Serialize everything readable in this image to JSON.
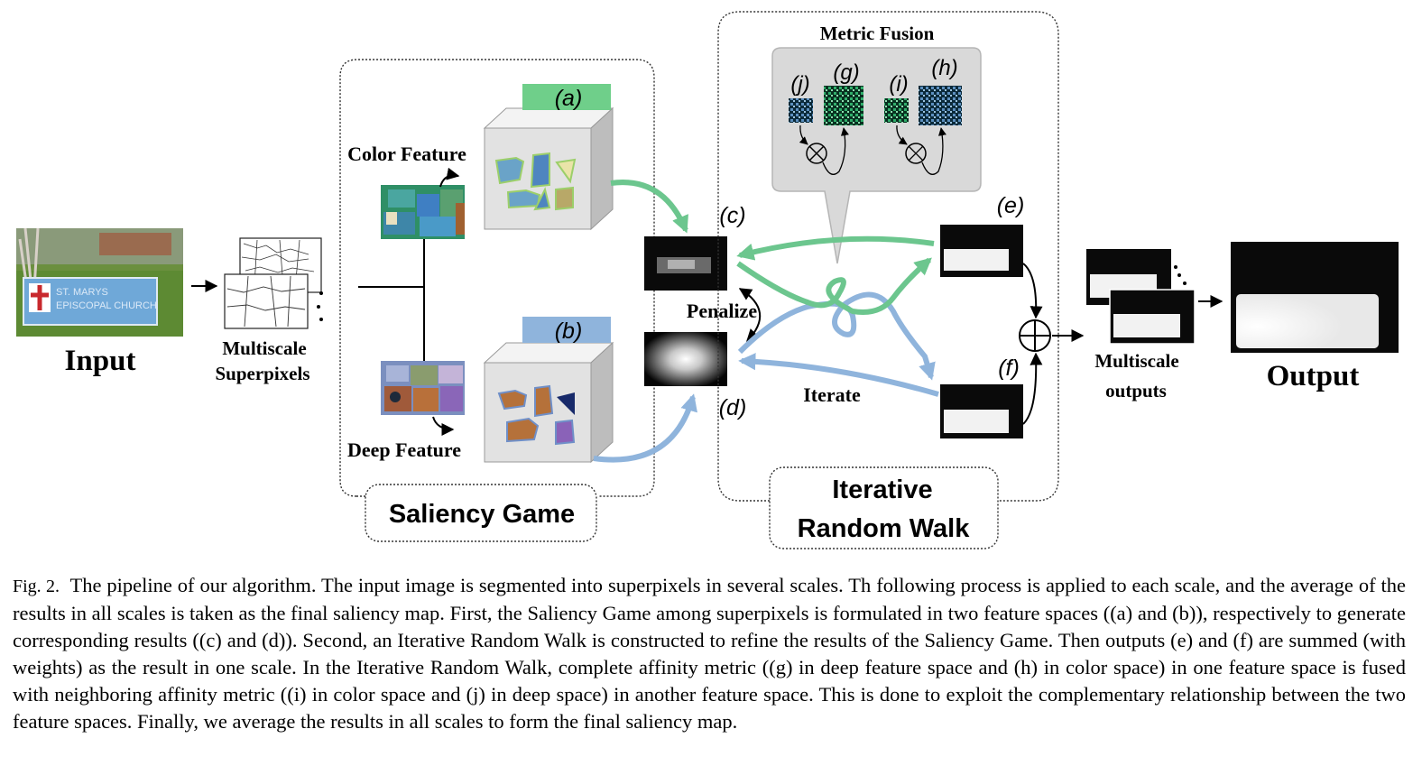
{
  "labels": {
    "input": "Input",
    "multiscale_superpixels_line1": "Multiscale",
    "multiscale_superpixels_line2": "Superpixels",
    "color_feature": "Color Feature",
    "deep_feature": "Deep Feature",
    "label_a": "(a)",
    "label_b": "(b)",
    "label_c": "(c)",
    "label_d": "(d)",
    "label_e": "(e)",
    "label_f": "(f)",
    "label_g": "(g)",
    "label_h": "(h)",
    "label_i": "(i)",
    "label_j": "(j)",
    "metric_fusion": "Metric Fusion",
    "penalize": "Penalize",
    "iterate": "Iterate",
    "saliency_game": "Saliency Game",
    "iterative_random_walk_line1": "Iterative",
    "iterative_random_walk_line2": "Random Walk",
    "multiscale_outputs_line1": "Multiscale",
    "multiscale_outputs_line2": "outputs",
    "output": "Output",
    "sign_text_line1": "ST. MARYS",
    "sign_text_line2": "EPISCOPAL CHURCH"
  },
  "caption": {
    "figure_number": "Fig. 2.",
    "text": "The pipeline of our algorithm. The input image is segmented into superpixels in several scales. Th following process is applied to each scale, and the average of the results in all scales is taken as the final saliency map. First, the Saliency Game among superpixels is formulated in two feature spaces ((a) and (b)), respectively to generate corresponding results ((c) and (d)). Second, an Iterative Random Walk is constructed to refine the results of the Saliency Game. Then outputs (e) and (f) are summed (with weights) as the result in one scale. In the Iterative Random Walk, complete affinity metric ((g) in deep feature space and (h) in color space) in one feature space is fused with neighboring affinity metric ((i) in color space and (j) in deep space) in another feature space. This is done to exploit the complementary relationship between the two feature spaces. Finally, we average the results in all scales to form the final saliency map."
  },
  "colors": {
    "green_arrow": "#6cc68e",
    "blue_arrow": "#8fb4dc",
    "label_a_bg": "#6fcf8a",
    "label_b_bg": "#8fb4dc",
    "callout_bg": "#d9d9d9"
  }
}
